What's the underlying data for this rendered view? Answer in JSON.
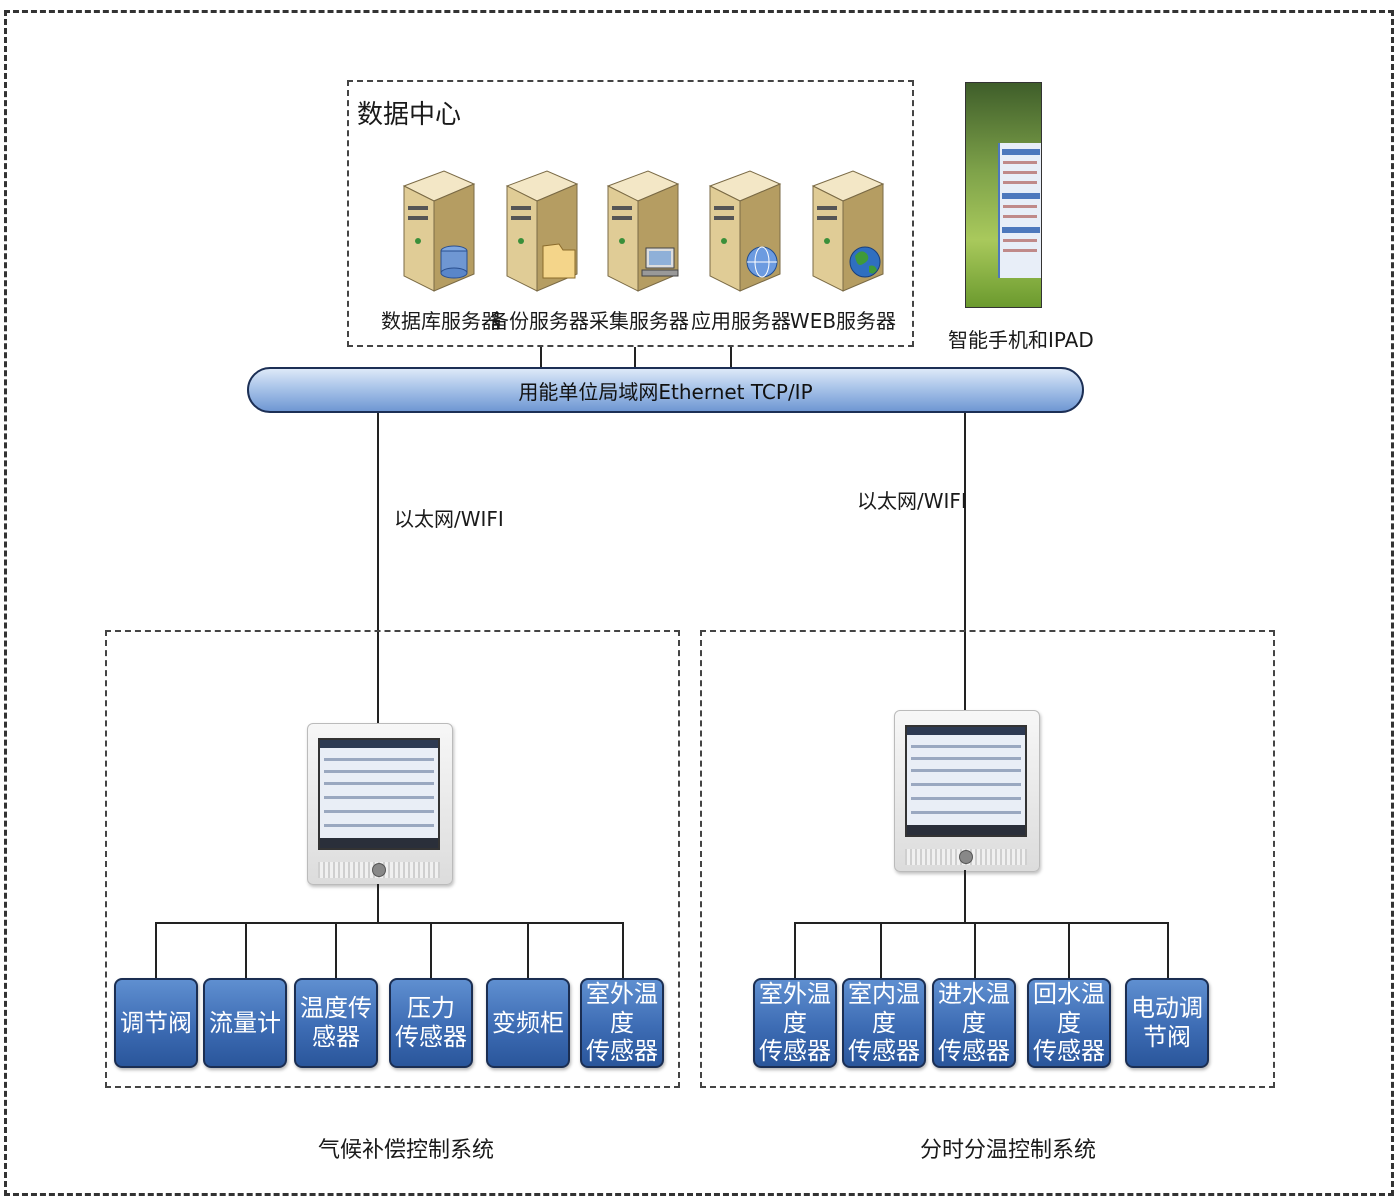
{
  "data_center": {
    "title": "数据中心",
    "servers": [
      {
        "label": "数据库服务器",
        "icon": "database-icon"
      },
      {
        "label": "备份服务器",
        "icon": "folder-icon"
      },
      {
        "label": "采集服务器",
        "icon": "computer-icon"
      },
      {
        "label": "应用服务器",
        "icon": "globe-icon"
      },
      {
        "label": "WEB服务器",
        "icon": "earth-icon"
      }
    ]
  },
  "mobile": {
    "label": "智能手机和IPAD"
  },
  "network": {
    "label": "用能单位局域网Ethernet TCP/IP"
  },
  "links": {
    "left": "以太网/WIFI",
    "right": "以太网/WIFI"
  },
  "left_system": {
    "title": "气候补偿控制系统",
    "devices": [
      "调节阀",
      "流量计",
      "温度传\n感器",
      "压力\n传感器",
      "变频柜",
      "室外温度\n传感器"
    ]
  },
  "right_system": {
    "title": "分时分温控制系统",
    "devices": [
      "室外温度\n传感器",
      "室内温度\n传感器",
      "进水温度\n传感器",
      "回水温度\n传感器",
      "电动调\n节阀"
    ]
  },
  "colors": {
    "device_fill": "#3d6cb4",
    "bus_fill": "#a9c4e9",
    "border": "#1b2e52"
  }
}
